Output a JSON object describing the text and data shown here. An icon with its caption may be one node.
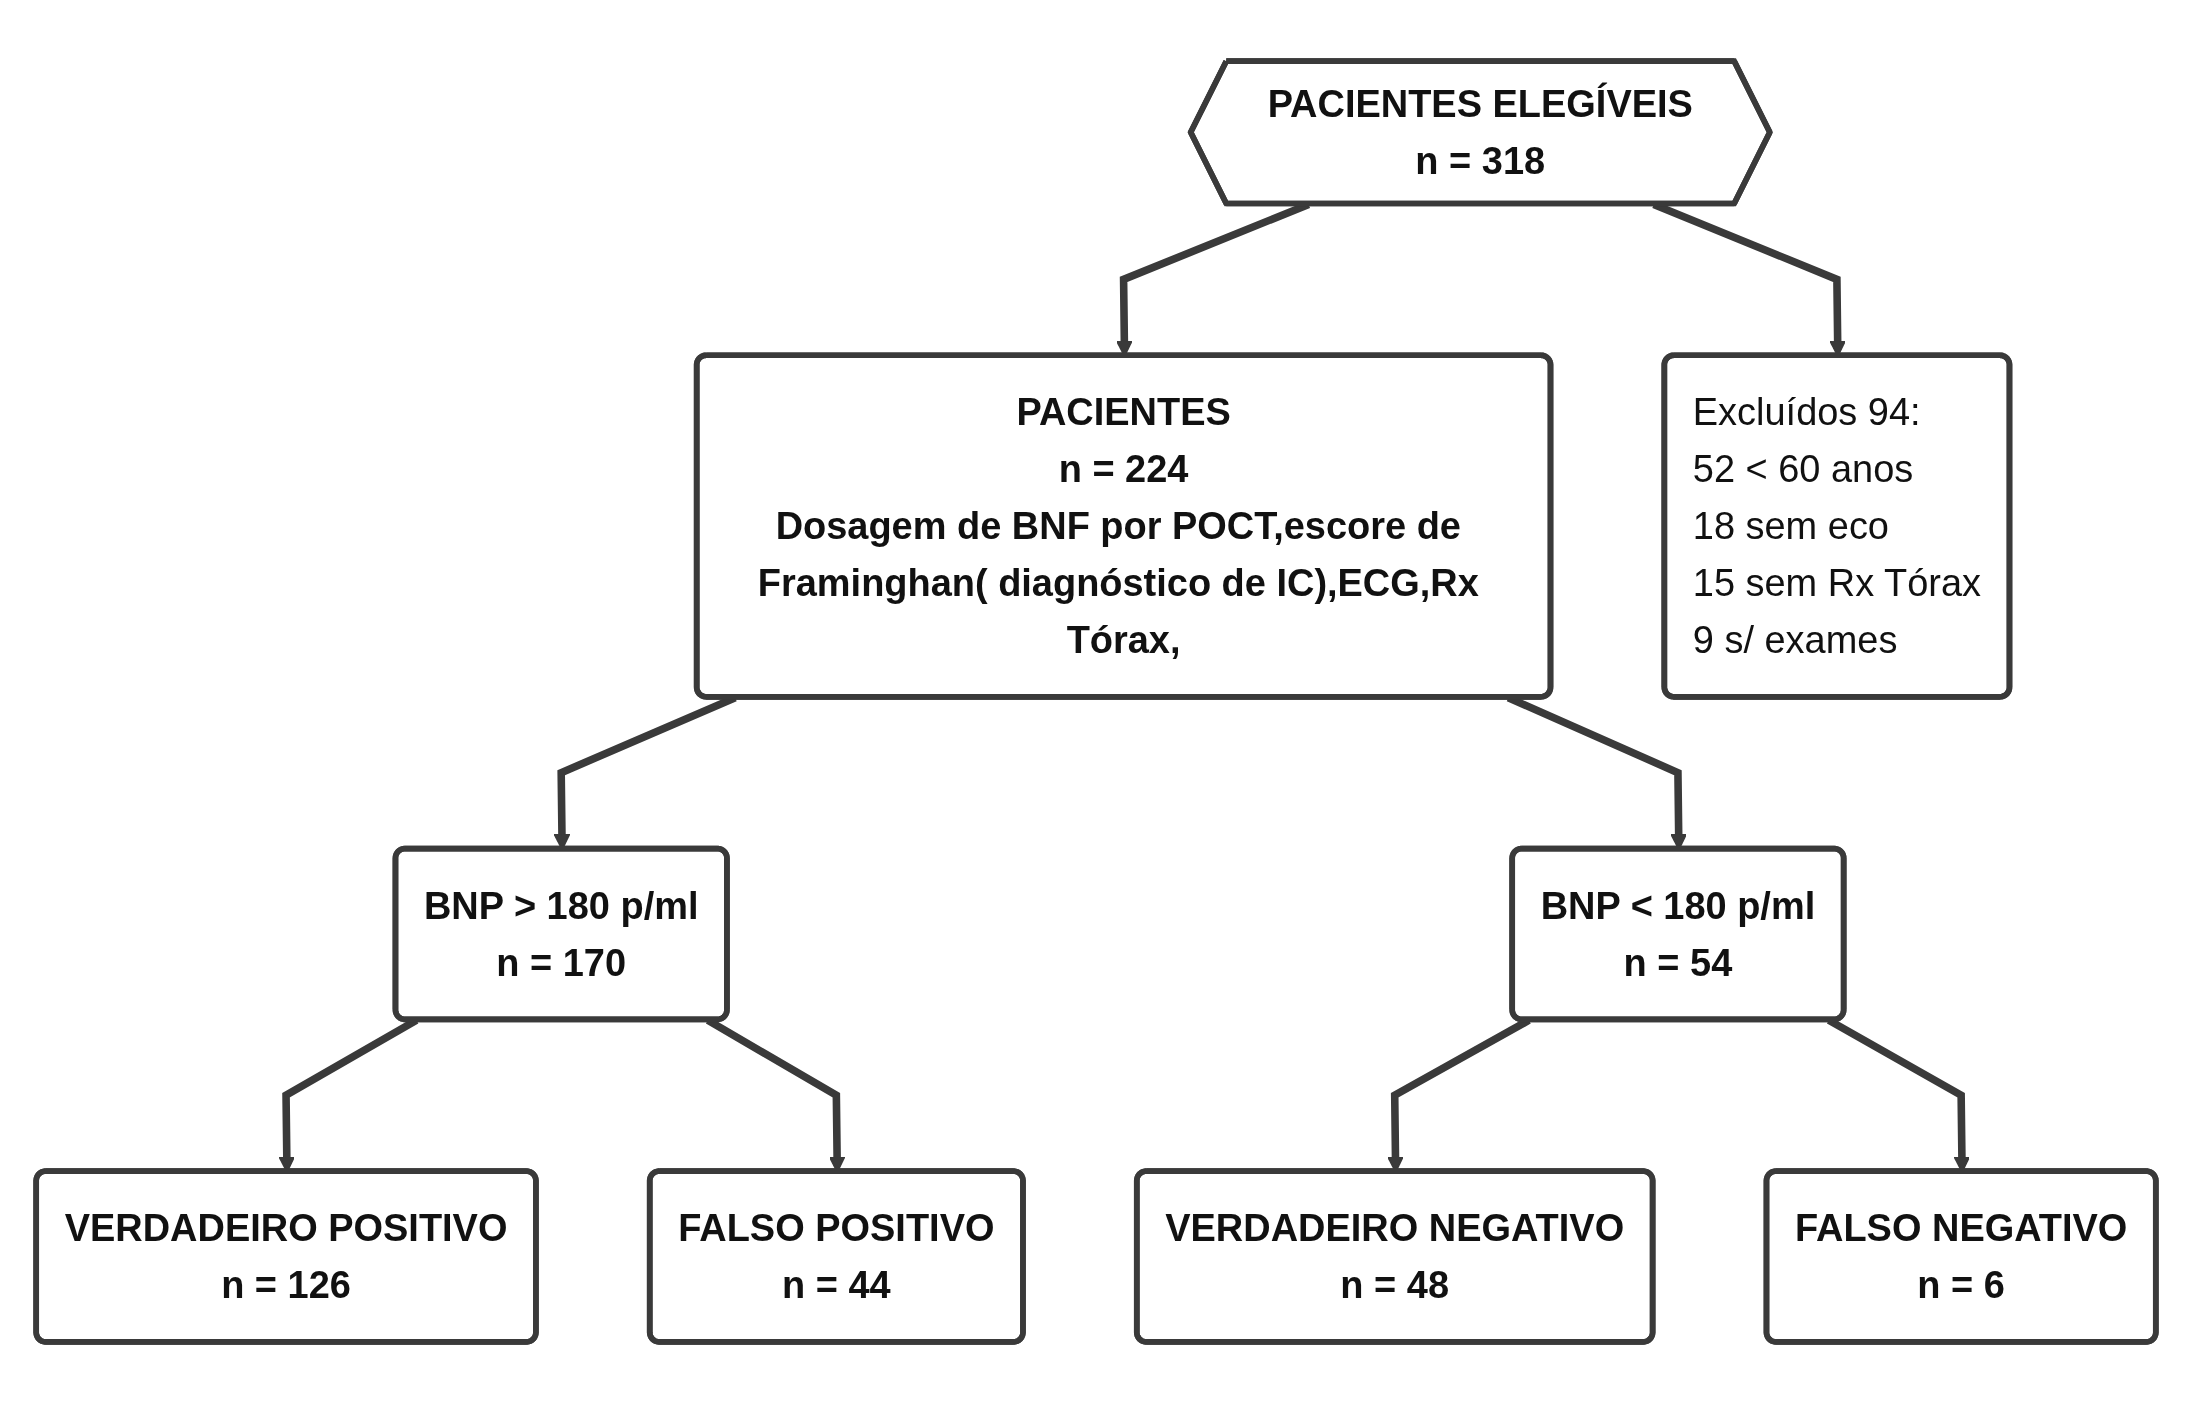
{
  "diagram": {
    "nodes": [
      {
        "text": [
          "PACIENTES ELEGÍVEIS",
          "n = 318"
        ]
      },
      {
        "text": [
          "PACIENTES",
          "n = 224",
          "Dosagem de BNF por POCT,escore de Framinghan( diagnóstico de IC),ECG,Rx Tórax,"
        ]
      },
      {
        "text": [
          "Excluídos 94:",
          "52 < 60 anos",
          "18 sem eco",
          "15 sem Rx Tórax",
          "9 s/ exames"
        ]
      },
      {
        "text": [
          "BNP > 180 p/ml",
          "n = 170"
        ]
      },
      {
        "text": [
          "BNP < 180 p/ml",
          "n = 54"
        ]
      },
      {
        "text": [
          "VERDADEIRO POSITIVO",
          "n = 126"
        ]
      },
      {
        "text": [
          "FALSO POSITIVO",
          "n = 44"
        ]
      },
      {
        "text": [
          "VERDADEIRO NEGATIVO",
          "n = 48"
        ]
      },
      {
        "text": [
          "FALSO NEGATIVO",
          "n = 6"
        ]
      }
    ],
    "edges": [
      {
        "from": 0,
        "to": 1,
        "arrow": "to"
      },
      {
        "from": 0,
        "to": 2,
        "arrow": "to"
      },
      {
        "from": 1,
        "to": 3,
        "arrow": "to"
      },
      {
        "from": 1,
        "to": 4,
        "arrow": "to"
      },
      {
        "from": 3,
        "to": 5,
        "arrow": "to"
      },
      {
        "from": 3,
        "to": 6,
        "arrow": "to"
      },
      {
        "from": 4,
        "to": 7,
        "arrow": "to"
      },
      {
        "from": 4,
        "to": 8,
        "arrow": "to"
      }
    ]
  }
}
